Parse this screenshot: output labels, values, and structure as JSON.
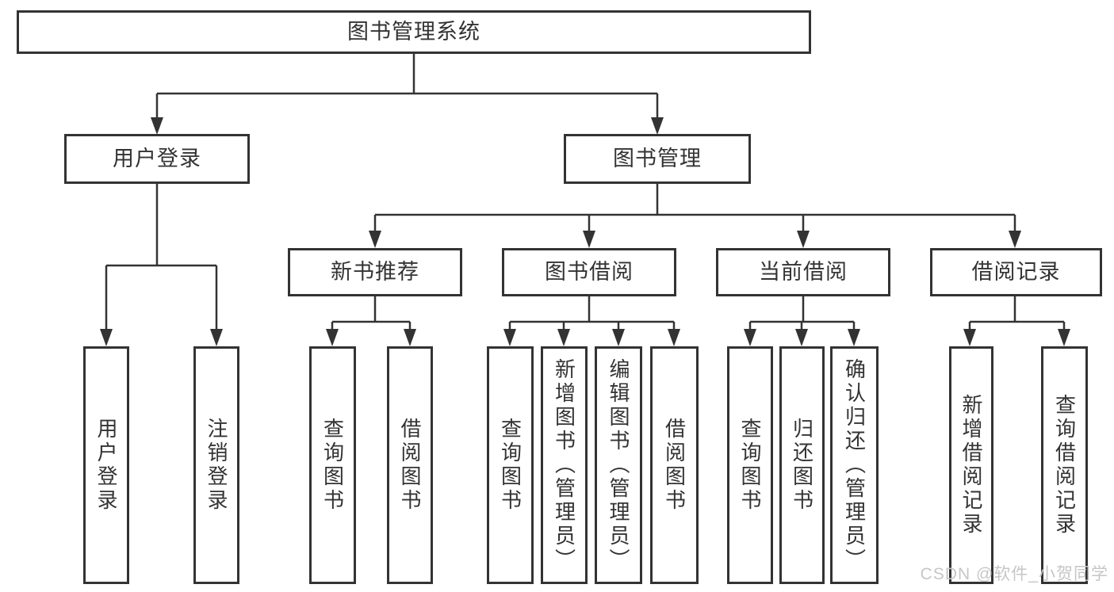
{
  "diagram": {
    "root": {
      "label": "图书管理系统"
    },
    "branches": [
      {
        "label": "用户登录",
        "children": [
          {
            "label": "用户登录"
          },
          {
            "label": "注销登录"
          }
        ]
      },
      {
        "label": "图书管理",
        "children": [
          {
            "label": "新书推荐",
            "children": [
              {
                "label": "查询图书"
              },
              {
                "label": "借阅图书"
              }
            ]
          },
          {
            "label": "图书借阅",
            "children": [
              {
                "label": "查询图书"
              },
              {
                "label": "新增图书（管理员）"
              },
              {
                "label": "编辑图书（管理员）"
              },
              {
                "label": "借阅图书"
              }
            ]
          },
          {
            "label": "当前借阅",
            "children": [
              {
                "label": "查询图书"
              },
              {
                "label": "归还图书"
              },
              {
                "label": "确认归还（管理员）"
              }
            ]
          },
          {
            "label": "借阅记录",
            "children": [
              {
                "label": "新增借阅记录"
              },
              {
                "label": "查询借阅记录"
              }
            ]
          }
        ]
      }
    ]
  },
  "watermark": {
    "text": "CSDN @软件_小贺同学"
  },
  "colors": {
    "line": "#333333",
    "background": "#ffffff",
    "watermark": "#c6c6c6"
  }
}
